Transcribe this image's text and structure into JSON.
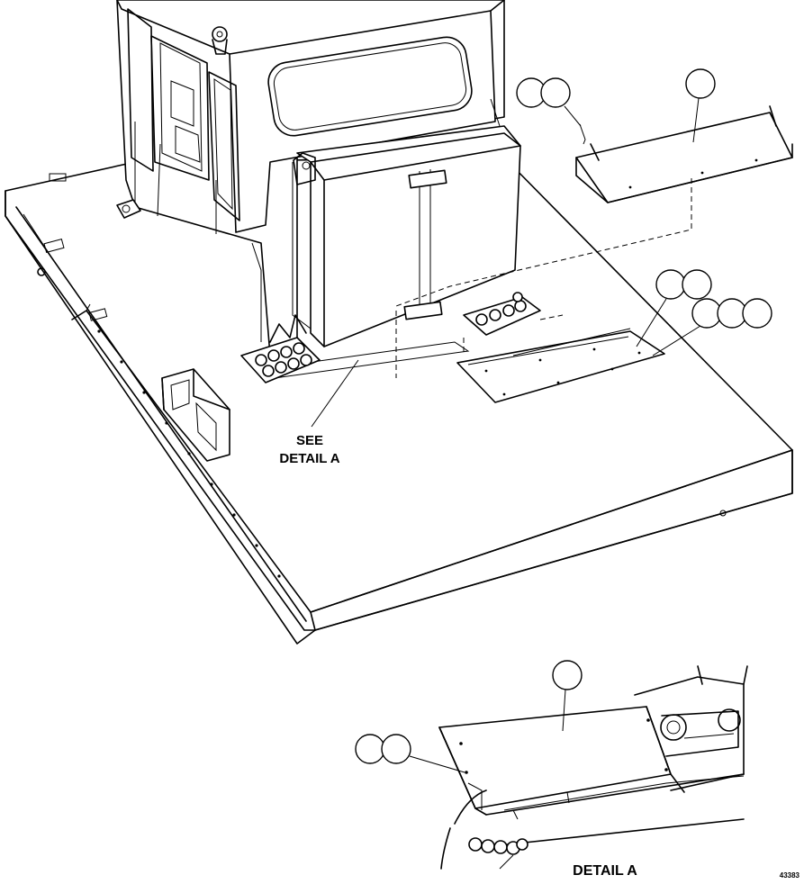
{
  "labels": {
    "see_detail": "SEE",
    "see_detail_line2": "DETAIL A",
    "detail_title": "DETAIL A",
    "figure_number": "43383"
  }
}
